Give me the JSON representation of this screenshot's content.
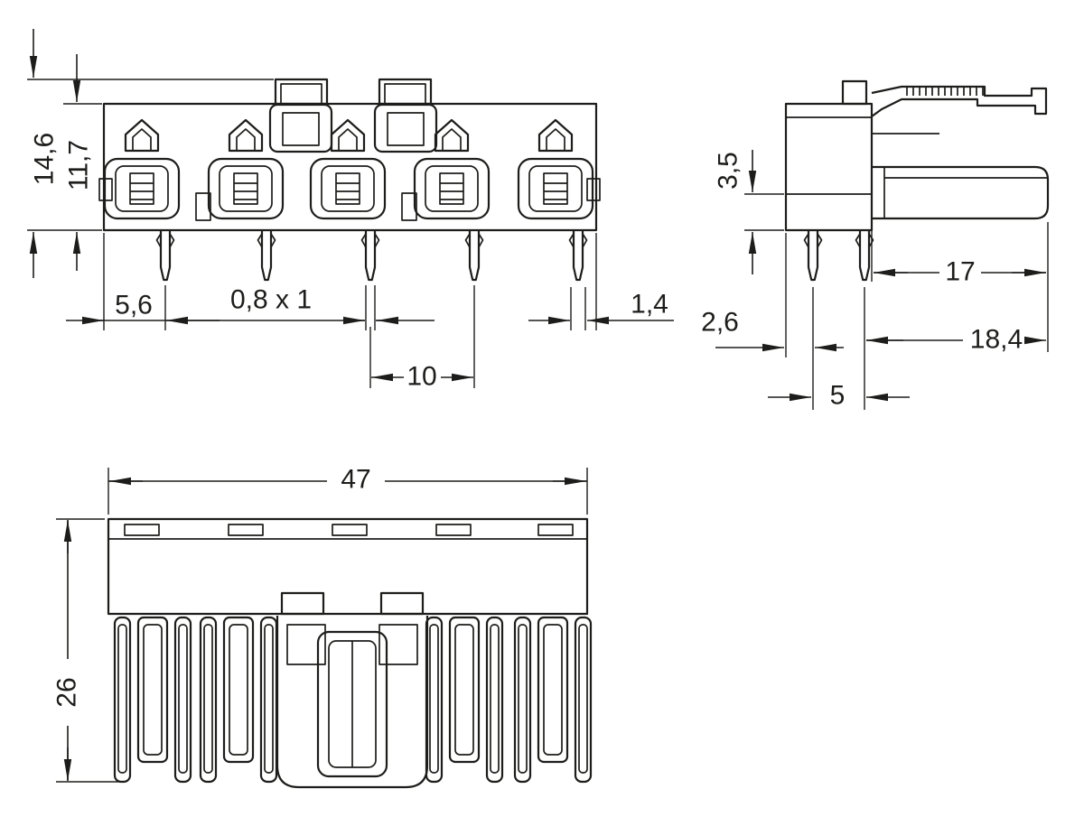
{
  "meta": {
    "background": "#ffffff",
    "line_color": "#1d1d1b"
  },
  "views": {
    "front": {
      "dims": {
        "total_height": "14,6",
        "body_height": "11,7",
        "edge_to_first_pin": "5,6",
        "pin_cross_section": "0,8 x 1",
        "pin_pitch": "10",
        "pin_width": "1,4"
      }
    },
    "side": {
      "dims": {
        "pin_shoulder_height": "3,5",
        "edge_to_pin_row": "2,6",
        "row_pitch": "5",
        "flange_depth": "17",
        "total_depth": "18,4"
      }
    },
    "bottom": {
      "dims": {
        "total_width": "47",
        "total_height": "26"
      }
    }
  }
}
